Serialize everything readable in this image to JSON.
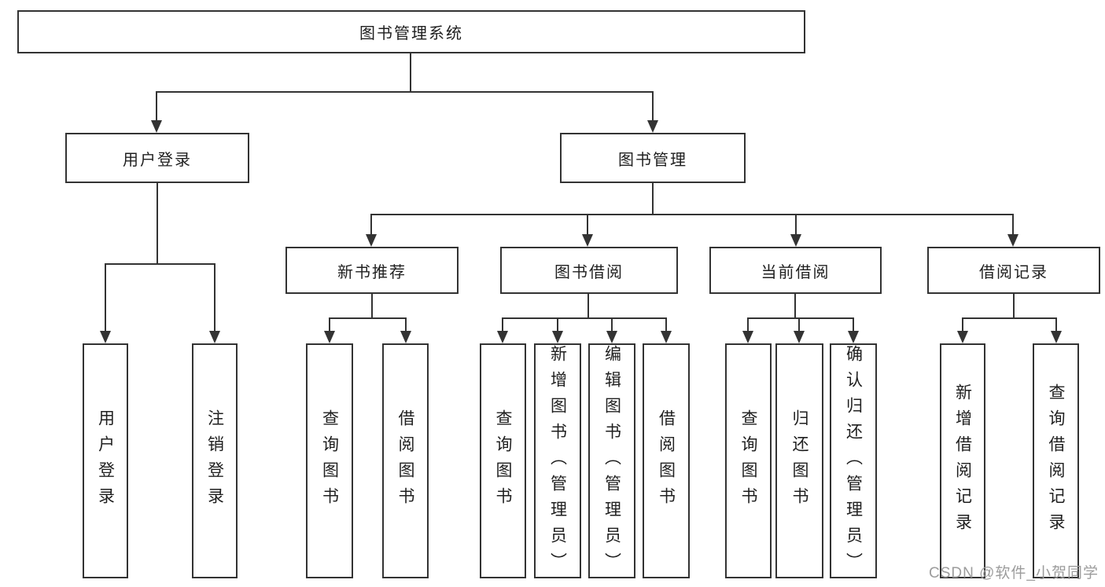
{
  "diagram": {
    "type": "hierarchy",
    "tree": {
      "label": "图书管理系统",
      "children": [
        {
          "label": "用户登录",
          "children": [
            {
              "label": "用户登录"
            },
            {
              "label": "注销登录"
            }
          ]
        },
        {
          "label": "图书管理",
          "children": [
            {
              "label": "新书推荐",
              "children": [
                {
                  "label": "查询图书"
                },
                {
                  "label": "借阅图书"
                }
              ]
            },
            {
              "label": "图书借阅",
              "children": [
                {
                  "label": "查询图书"
                },
                {
                  "label": "新增图书（管理员）"
                },
                {
                  "label": "编辑图书（管理员）"
                },
                {
                  "label": "借阅图书"
                }
              ]
            },
            {
              "label": "当前借阅",
              "children": [
                {
                  "label": "查询图书"
                },
                {
                  "label": "归还图书"
                },
                {
                  "label": "确认归还（管理员）"
                }
              ]
            },
            {
              "label": "借阅记录",
              "children": [
                {
                  "label": "新增借阅记录"
                },
                {
                  "label": "查询借阅记录"
                }
              ]
            }
          ]
        }
      ]
    }
  },
  "nodes": {
    "root": "图书管理系统",
    "login": "用户登录",
    "mgmt": "图书管理",
    "rec": "新书推荐",
    "borrow": "图书借阅",
    "current": "当前借阅",
    "records": "借阅记录",
    "login_user": "用户登录",
    "login_logout": "注销登录",
    "rec_query": "查询图书",
    "rec_borrow": "借阅图书",
    "borrow_query": "查询图书",
    "borrow_add": "新增图书（管理员）",
    "borrow_edit": "编辑图书（管理员）",
    "borrow_borrow": "借阅图书",
    "current_query": "查询图书",
    "current_return": "归还图书",
    "current_confirm": "确认归还（管理员）",
    "records_add": "新增借阅记录",
    "records_query": "查询借阅记录"
  },
  "watermark": {
    "text": "CSDN @软件_小贺同学",
    "color": "#9c9c9c"
  },
  "colors": {
    "line": "#333333",
    "box_border": "#333333",
    "text": "#1f1f1f",
    "background": "#ffffff"
  }
}
